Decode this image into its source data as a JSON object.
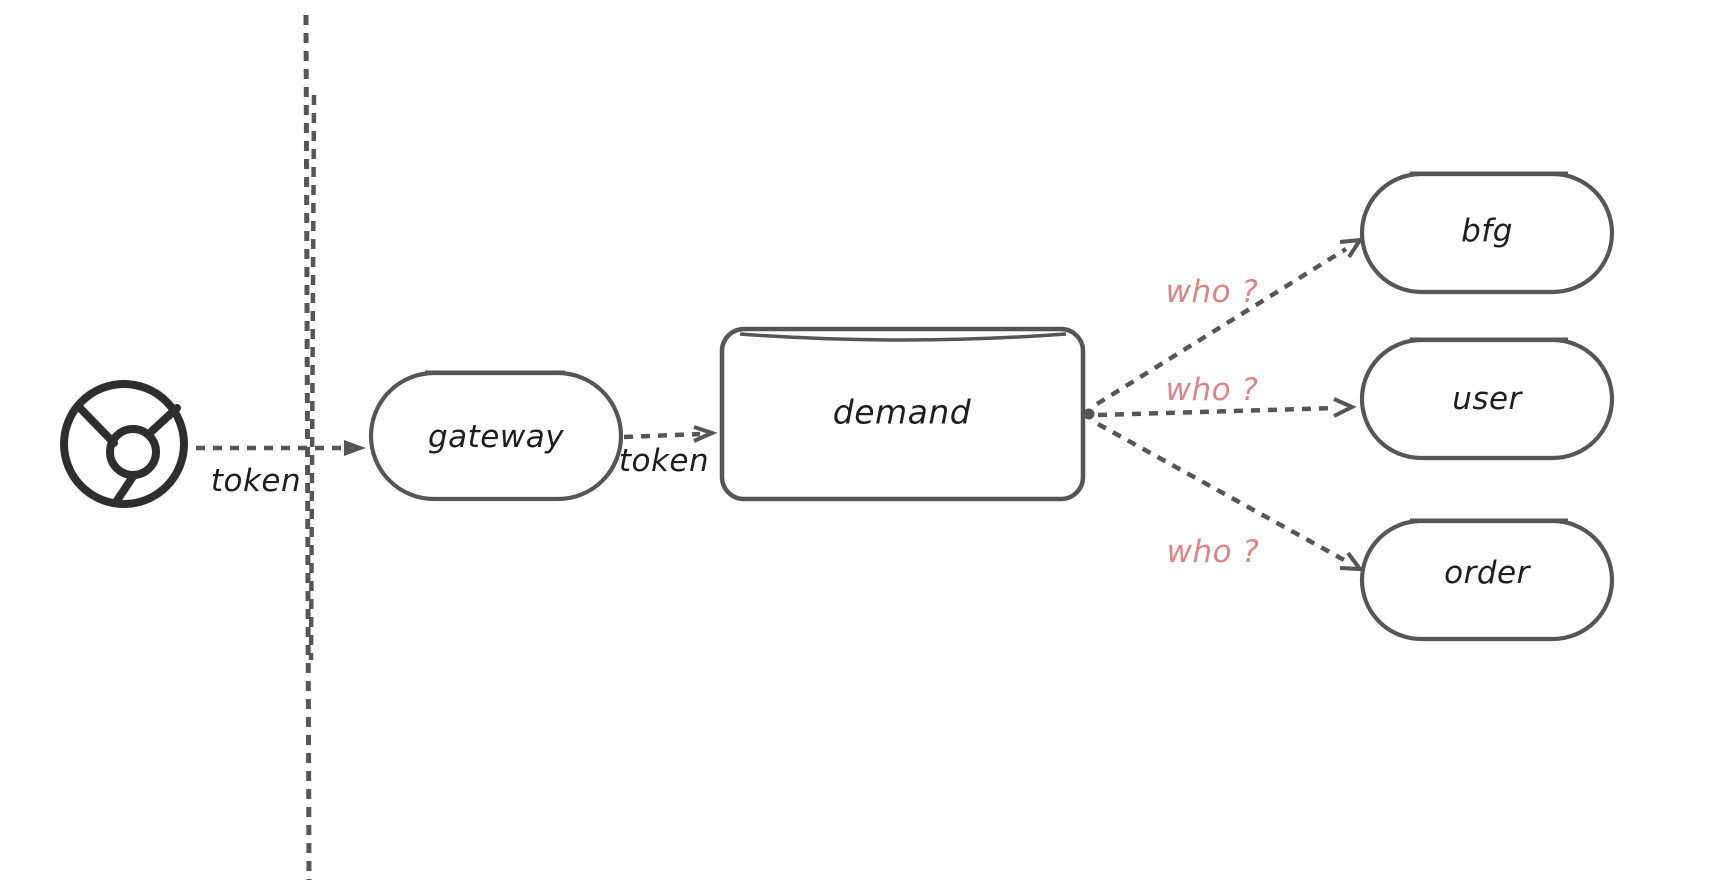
{
  "diagram": {
    "nodes": {
      "browser": {
        "icon": "chrome-browser-icon"
      },
      "gateway": {
        "label": "gateway"
      },
      "demand": {
        "label": "demand"
      },
      "bfg": {
        "label": "bfg"
      },
      "user": {
        "label": "user"
      },
      "order": {
        "label": "order"
      }
    },
    "edges": {
      "browser_to_gateway": {
        "label": "token"
      },
      "gateway_to_demand": {
        "label": "token"
      },
      "demand_to_bfg": {
        "label": "who ?"
      },
      "demand_to_user": {
        "label": "who ?"
      },
      "demand_to_order": {
        "label": "who ?"
      }
    },
    "colors": {
      "stroke": "#565656",
      "browser_icon_stroke": "#2e2e2e",
      "label_text": "#1e1e1e",
      "question_text": "#dd8585",
      "background": "#ffffff"
    }
  }
}
